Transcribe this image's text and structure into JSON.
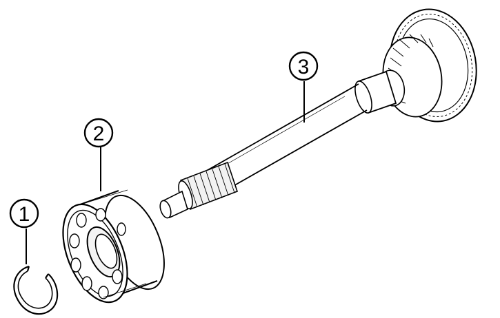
{
  "callouts": [
    {
      "id": "snap-ring",
      "number": "1"
    },
    {
      "id": "ball-bearing",
      "number": "2"
    },
    {
      "id": "input-shaft",
      "number": "3"
    }
  ]
}
